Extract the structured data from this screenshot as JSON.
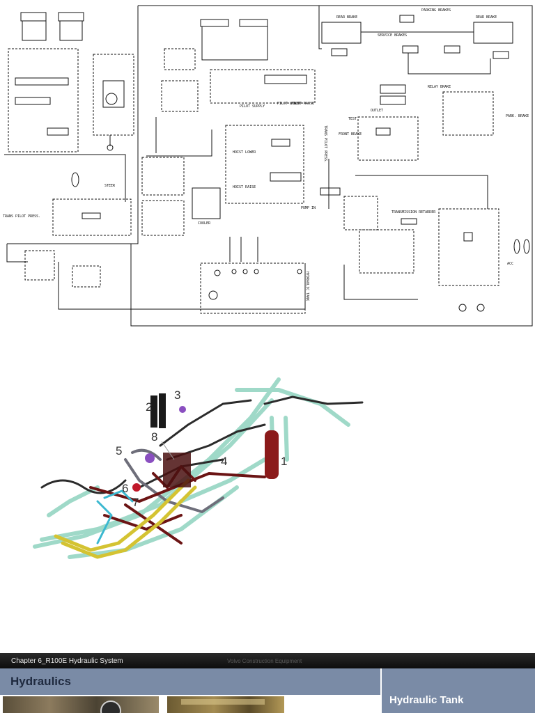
{
  "schematic": {
    "labels": {
      "rear_brake_left": "REAR BRAKE",
      "parking_brakes": "PARKING BRAKES",
      "rear_brake_right": "REAR BRAKE",
      "service_brakes": "SERVICE BRAKES",
      "trans_pilot_press_left": "TRANS PILOT PRESS.",
      "trans_pilot_press_vertical": "TRANS PILOT PRESS.",
      "pilot_supply": "PILOT SUPPLY",
      "pilot_lower": "PILOT LOWER",
      "pilot_raise": "PILOT RAISE",
      "hoist_lower": "HOIST LOWER",
      "hoist_raise": "HOIST RAISE",
      "pump_in": "PUMP IN",
      "cooler": "COOLER",
      "outlet": "OUTLET",
      "test": "TEST",
      "front_brake": "FRONT BRAKE",
      "parking_brake_right": "PARK. BRAKE",
      "relay_brake": "RELAY BRAKE",
      "transmission_retarder": "TRANSMISSION RETARDER",
      "steer": "STEER",
      "acc": "ACC",
      "hydraulic_tank": "HYDRAULIC TANK"
    }
  },
  "assembly": {
    "callouts": [
      "1",
      "2",
      "3",
      "4",
      "5",
      "6",
      "7",
      "8"
    ],
    "colors": {
      "frame_lines": "#9fd9c8",
      "tank_red": "#8b1a1a",
      "hoist_yellow": "#d4c332",
      "dark_lines": "#2b2b2b",
      "maroon_lines": "#6b1414",
      "cyan_lines": "#3bb8d0",
      "purple": "#8a4fc0",
      "grey_lines": "#6e6e7a"
    }
  },
  "footer": {
    "chapter": "Chapter 6_R100E Hydraulic System",
    "brand": "Volvo Construction Equipment"
  },
  "section": {
    "title": "Hydraulics",
    "side_title": "Hydraulic Tank"
  }
}
